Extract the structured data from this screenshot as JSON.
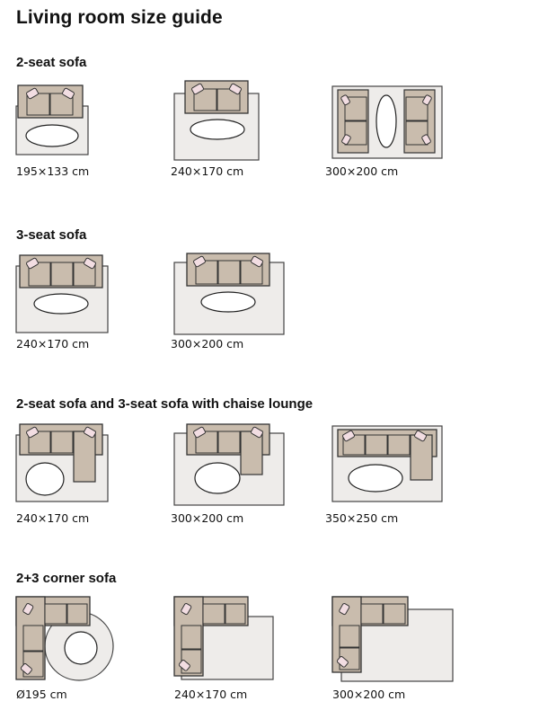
{
  "title": "Living room size guide",
  "colors": {
    "rug": "#eeecea",
    "sofa": "#c9bcad",
    "cushion": "#f2dde2",
    "outline": "#444444"
  },
  "sections": [
    {
      "heading": "2-seat sofa",
      "items": [
        {
          "size": "195×133 cm"
        },
        {
          "size": "240×170 cm"
        },
        {
          "size": "300×200 cm"
        }
      ]
    },
    {
      "heading": "3-seat sofa",
      "items": [
        {
          "size": "240×170 cm"
        },
        {
          "size": "300×200 cm"
        }
      ]
    },
    {
      "heading": "2-seat sofa and 3-seat sofa with chaise lounge",
      "items": [
        {
          "size": "240×170 cm"
        },
        {
          "size": "300×200 cm"
        },
        {
          "size": "350×250 cm"
        }
      ]
    },
    {
      "heading": "2+3 corner sofa",
      "items": [
        {
          "size": "Ø195 cm"
        },
        {
          "size": "240×170 cm"
        },
        {
          "size": "300×200 cm"
        }
      ]
    }
  ]
}
